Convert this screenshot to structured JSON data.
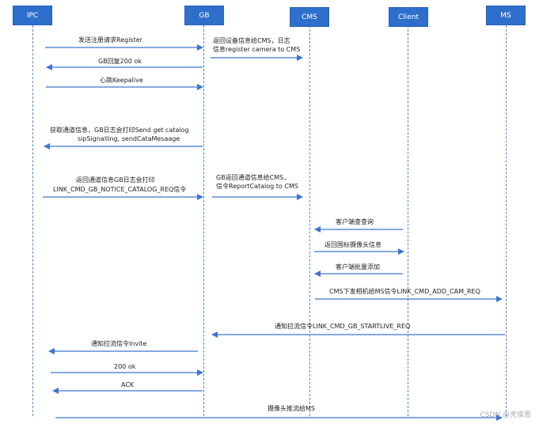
{
  "actors": {
    "ipc": "IPC",
    "gb": "GB",
    "cms": "CMS",
    "client": "Client",
    "ms": "MS"
  },
  "messages": {
    "m1": "发送注册请求Register",
    "m2_l1": "返回设备信息给CMS，日志",
    "m2_l2": "信息register camera to CMS",
    "m3": "GB回复200  ok",
    "m4": "心跳Keepalive",
    "m5_l1": "获取通道信息，GB日志会打印Send get catalog",
    "m5_l2": "sipSignalling, sendCataMesaage",
    "m6_l1": "返回通道信息GB日志会打印",
    "m6_l2": "LINK_CMD_GB_NOTICE_CATALOG_REQ信令",
    "m7_l1": "GB返回通道信息给CMS，",
    "m7_l2": "信令ReportCatalog to CMS",
    "m8": "客户端查查询",
    "m9": "返回国标摄像头信息",
    "m10": "客户端批量添加",
    "m11": "CMS下发相机给MS信令LINK_CMD_ADD_CAM_REQ",
    "m12": "通知拉流信令LINK_CMD_GB_STARTLIVE_REQ",
    "m13": "通知拉流信令Invite",
    "m14": "200 ok",
    "m15": "ACK",
    "m16": "摄像头推流给MS"
  },
  "watermark": "CSDN @秃侯恩",
  "colors": {
    "actor_fill": "#2f6fcc",
    "arrow": "#3d74cf",
    "lifeline": "#4f86d9"
  }
}
